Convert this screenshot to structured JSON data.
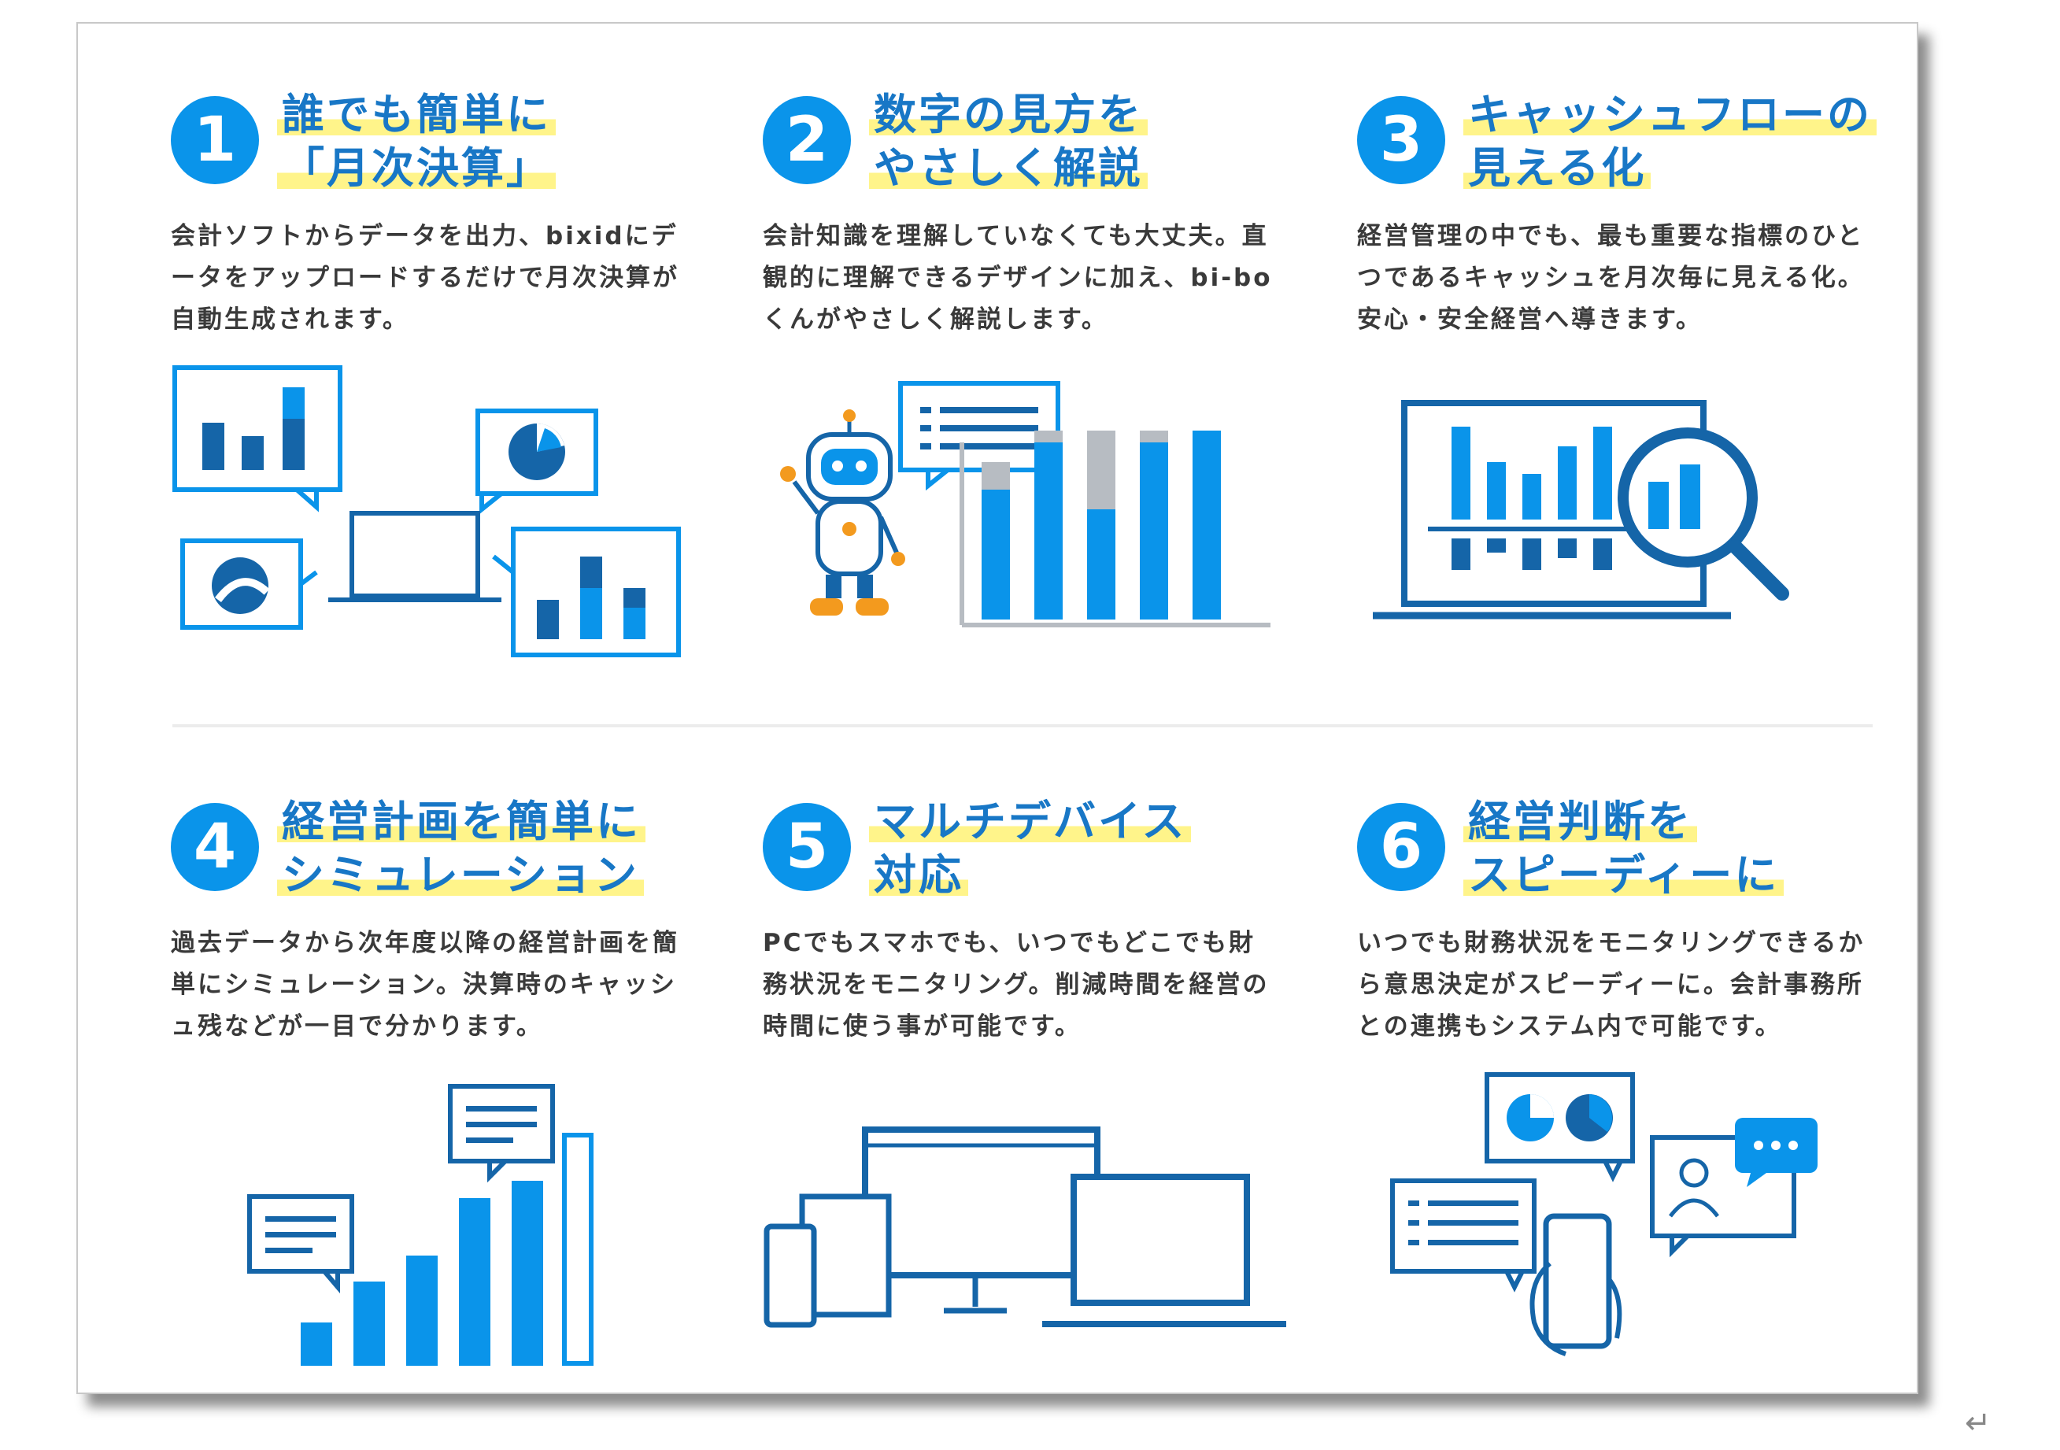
{
  "features": [
    {
      "number": "1",
      "title_line1": "誰でも簡単に",
      "title_line2": "「月次決算」",
      "description": "会計ソフトからデータを出力、bixidにデータをアップロードするだけで月次決算が自動生成されます。"
    },
    {
      "number": "2",
      "title_line1": "数字の見方を",
      "title_line2": "やさしく解説",
      "description": "会計知識を理解していなくても大丈夫。直観的に理解できるデザインに加え、bi-boくんがやさしく解説します。"
    },
    {
      "number": "3",
      "title_line1": "キャッシュフローの",
      "title_line2": "見える化",
      "description": "経営管理の中でも、最も重要な指標のひとつであるキャッシュを月次毎に見える化。安心・安全経営へ導きます。"
    },
    {
      "number": "4",
      "title_line1": "経営計画を簡単に",
      "title_line2": "シミュレーション",
      "description": "過去データから次年度以降の経営計画を簡単にシミュレーション。決算時のキャッシュ残などが一目で分かります。"
    },
    {
      "number": "5",
      "title_line1": "マルチデバイス",
      "title_line2": "対応",
      "description": "PCでもスマホでも、いつでもどこでも財務状況をモニタリング。削減時間を経営の時間に使う事が可能です。"
    },
    {
      "number": "6",
      "title_line1": "経営判断を",
      "title_line2": "スピーディーに",
      "description": "いつでも財務状況をモニタリングできるから意思決定がスピーディーに。会計事務所との連携もシステム内で可能です。"
    }
  ],
  "colors": {
    "primary_blue": "#0a94ea",
    "dark_blue": "#1565a8",
    "title_blue": "#1877c6",
    "highlight_yellow": "#fff48a",
    "robot_orange": "#f39a1e",
    "gray_bar": "#b7bcc2"
  },
  "icons": {
    "f1": "dashboard-charts-laptop-illustration",
    "f2": "robot-with-bar-chart-illustration",
    "f3": "laptop-with-magnifier-illustration",
    "f4": "growing-bar-chart-illustration",
    "f5": "multi-device-illustration",
    "f6": "phone-with-chat-bubbles-illustration"
  },
  "return_mark": "↵"
}
